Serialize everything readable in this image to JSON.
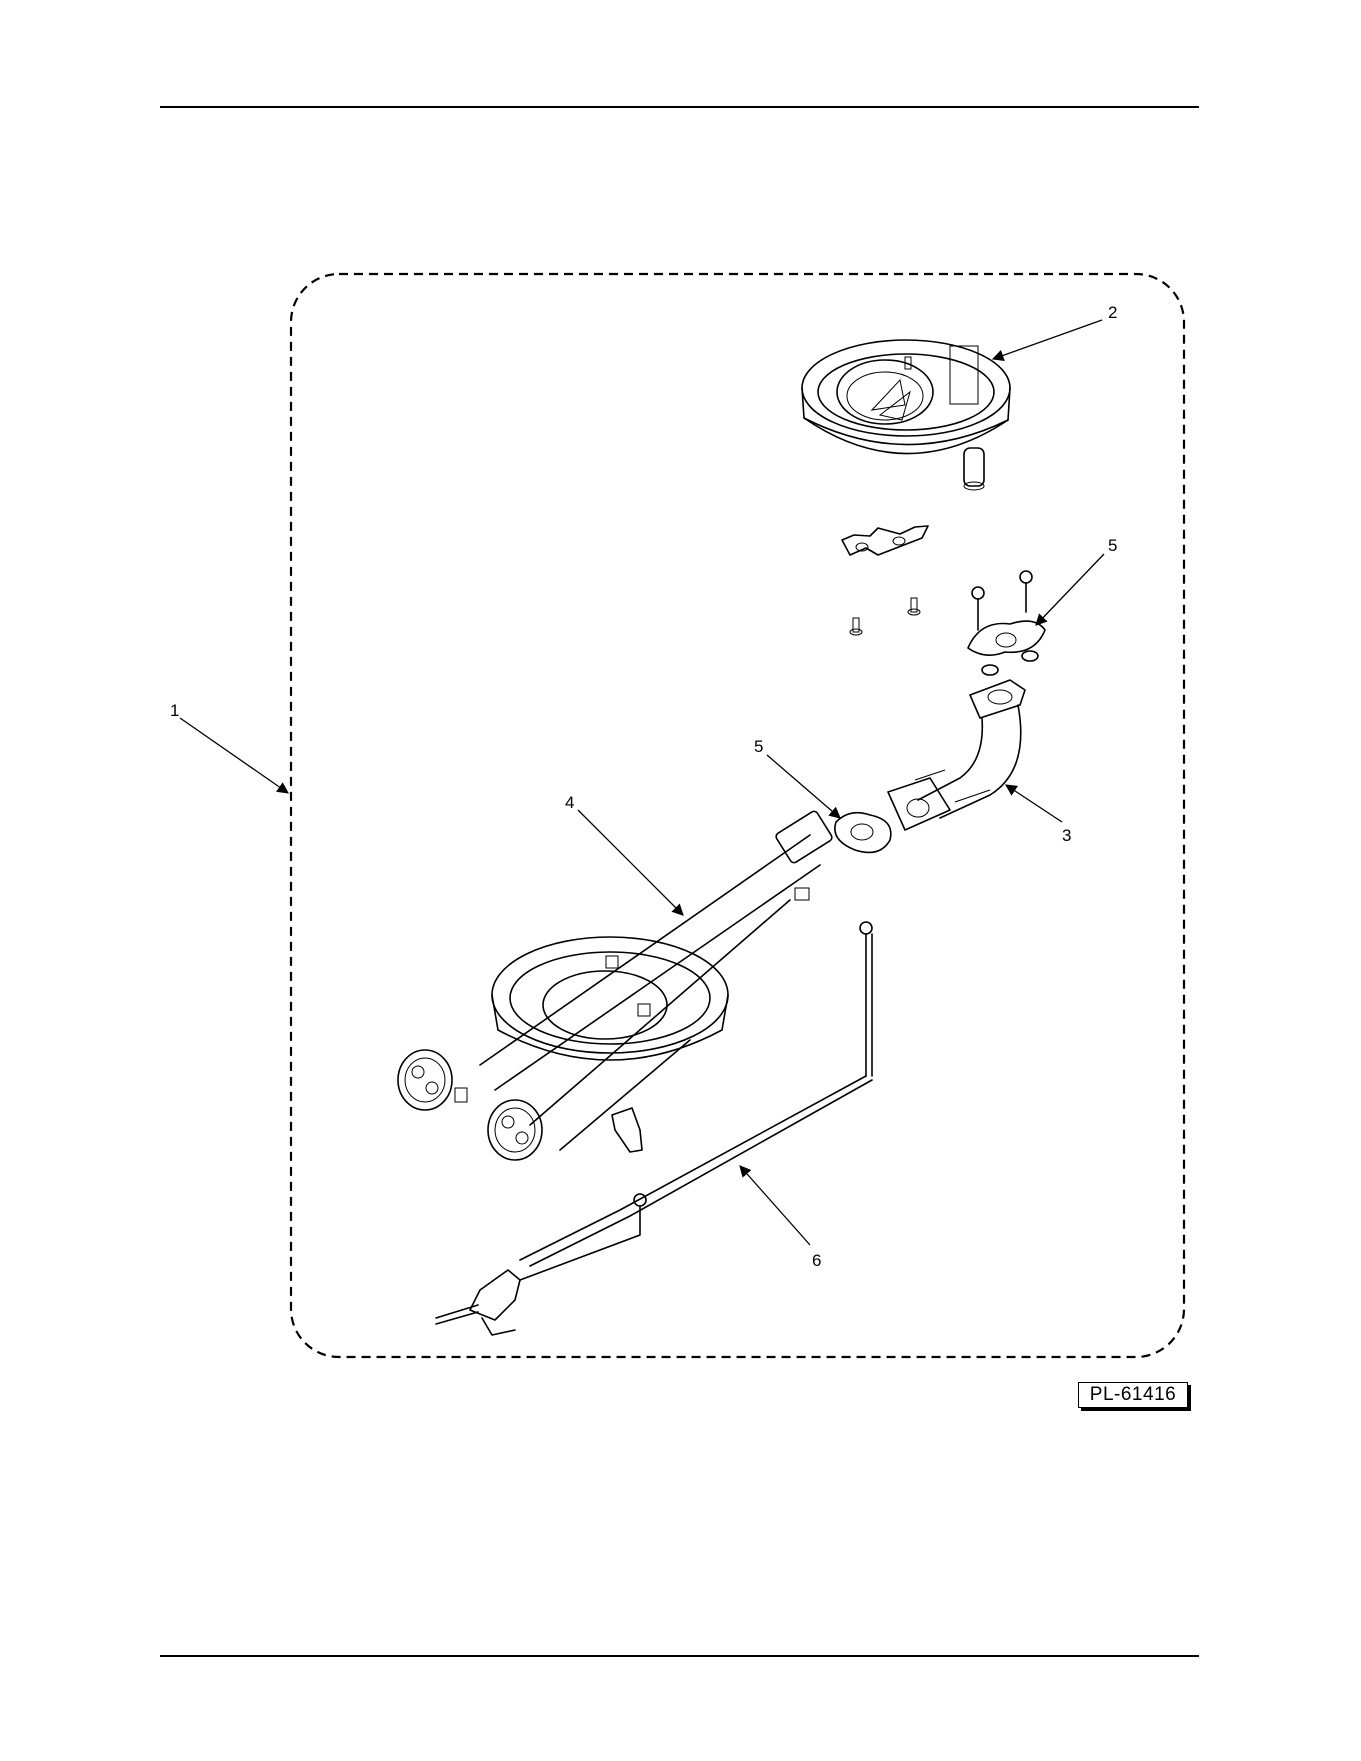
{
  "callouts": {
    "item1": "1",
    "item2": "2",
    "item3": "3",
    "item4": "4",
    "item5a": "5",
    "item5b": "5",
    "item6": "6"
  },
  "drawing_number": "PL-61416"
}
